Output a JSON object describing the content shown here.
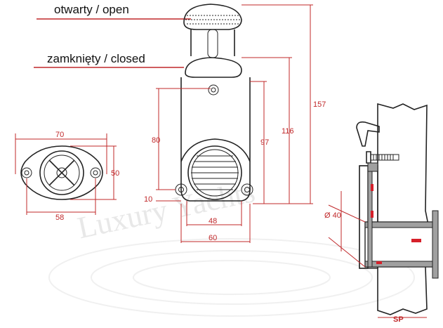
{
  "labels": {
    "open": "otwarty / open",
    "closed": "zamknięty / closed"
  },
  "dimensions": {
    "flange_width": "70",
    "flange_height": "50",
    "flange_holes": "58",
    "body_height": "80",
    "offset": "10",
    "inner_height": "97",
    "closed_height": "116",
    "open_height": "157",
    "opening_width": "48",
    "body_width": "60",
    "diameter": "Ø 40",
    "hull_thickness": "SP"
  },
  "watermark": "Luxury Yachts",
  "colors": {
    "dimension": "#c0282a",
    "outline": "#222222",
    "pipe_fill": "#a0a0a0",
    "handle_red": "#d6202a"
  }
}
